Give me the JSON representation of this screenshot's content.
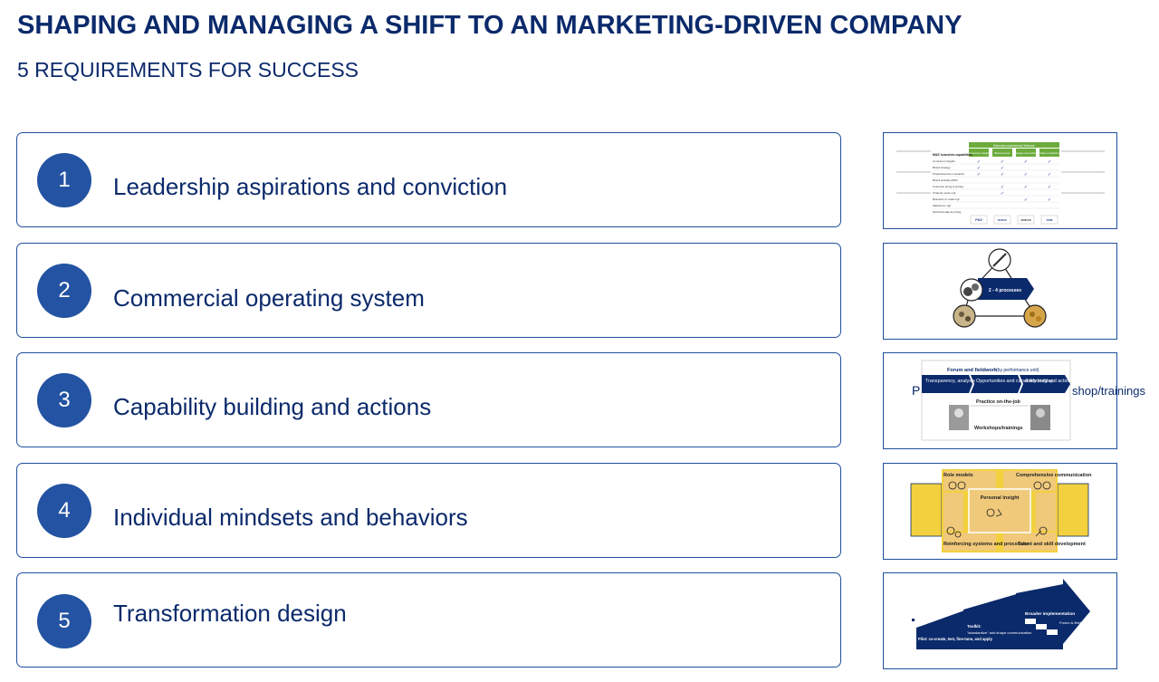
{
  "title": "SHAPING AND MANAGING A SHIFT TO AN MARKETING-DRIVEN COMPANY",
  "subtitle": "5 REQUIREMENTS FOR SUCCESS",
  "requirements": [
    {
      "number": "1",
      "label": "Leadership aspirations and conviction"
    },
    {
      "number": "2",
      "label": "Commercial operating system"
    },
    {
      "number": "3",
      "label": "Capability building and actions"
    },
    {
      "number": "4",
      "label": "Individual mindsets and behaviors"
    },
    {
      "number": "5",
      "label": "Transformation design"
    }
  ],
  "thumb1": {
    "header": "Selected commercial 'thieves'",
    "columns": [
      "Consumer insights",
      "Brand power",
      "Design innovation",
      "Value marketing"
    ],
    "row_header": "M&S' branches capabilities",
    "rows": [
      "Consumer insights",
      "Brand strategy",
      "Product/service innovation",
      "Brand activation/IMC",
      "Customer prcng & pricing",
      "Channel mode mgt",
      "Business on retail mgt",
      "Salesforce mgt",
      "Technical sale & pricing"
    ],
    "logos": [
      "P&G",
      "NOKIA",
      "ADIDAS",
      "DSM"
    ]
  },
  "thumb2": {
    "arrow_label": "2 - 4 processes"
  },
  "thumb3": {
    "title": "Forum and fieldwork",
    "title_suffix": "(by performance unit)",
    "steps": [
      "Transparency, analysis",
      "Opportunities and capability buildup",
      "Anchoring and actions"
    ],
    "practice": "Practice on-the-job",
    "workshops": "Workshops/trainings",
    "overflow_left": "P",
    "overflow_right": "shop/trainings"
  },
  "thumb4": {
    "center": "Personal insight",
    "top_left": "Role models",
    "top_right": "Comprehensive communication",
    "bottom_left": "Reinforcing systems and processes",
    "bottom_right": "Talent and skill development"
  },
  "thumb5": {
    "pilot": "Pilot: co-create, test, fine-tune, and apply",
    "toolkit_title": "Toolkit:",
    "toolkit": "\"standardize\" and shape communication",
    "broader": "Broader implementation",
    "forum": "Forum & fieldwork"
  },
  "colors": {
    "navy": "#0b2a6b",
    "circle": "#2353a2",
    "border": "#1f4f9b",
    "green": "#6cab3c",
    "yellow": "#f3d03e",
    "tan": "#f0c97a"
  }
}
